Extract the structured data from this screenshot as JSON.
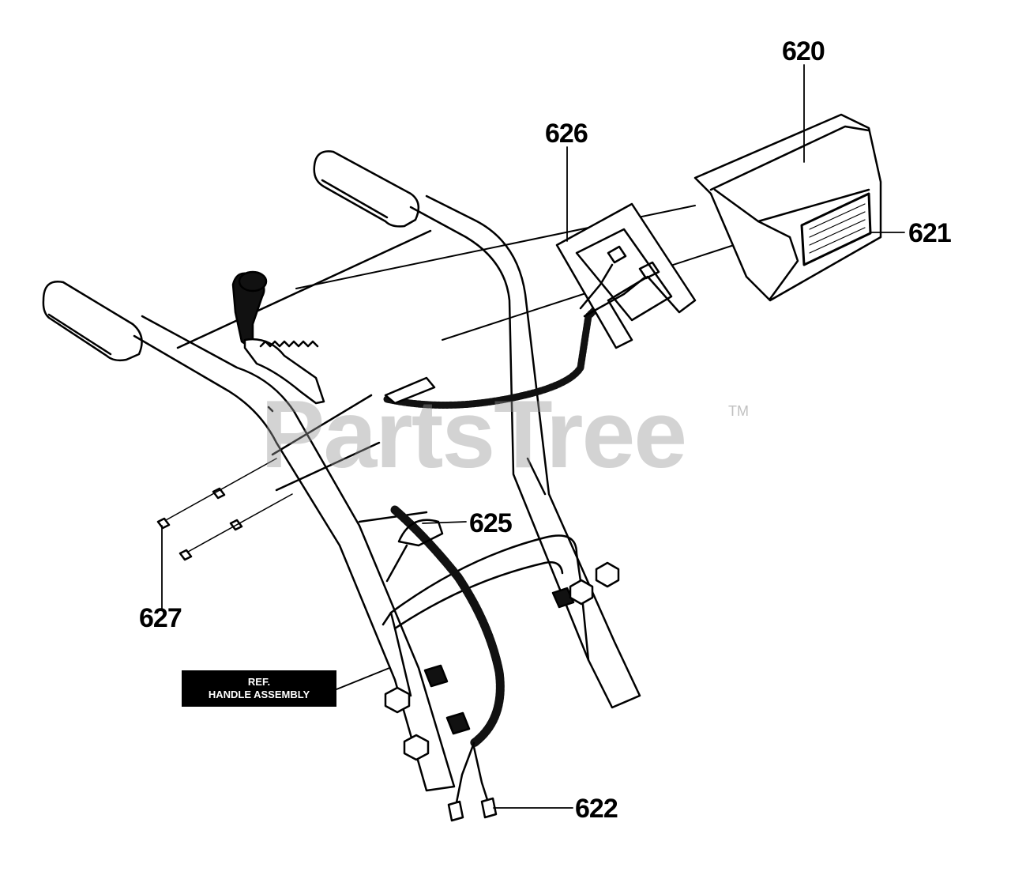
{
  "callouts": {
    "p620": "620",
    "p621": "621",
    "p622": "622",
    "p625": "625",
    "p626": "626",
    "p627": "627"
  },
  "ref_label": {
    "line1": "REF.",
    "line2": "HANDLE ASSEMBLY"
  },
  "watermark": {
    "text": "PartsTree",
    "trademark": "TM"
  }
}
